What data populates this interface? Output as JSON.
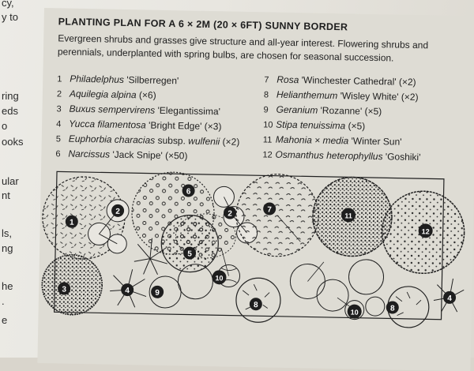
{
  "margin_fragments": [
    "cy,",
    "y to",
    "ring",
    "eds",
    "o",
    "ooks",
    "ular",
    "nt",
    "ls,",
    "ng",
    "he",
    ".",
    "e"
  ],
  "title": "PLANTING PLAN FOR A 6 × 2M (20 × 6FT) SUNNY BORDER",
  "intro": "Evergreen shrubs and grasses give structure and all-year interest. Flowering shrubs and perennials, underplanted with spring bulbs, are chosen for seasonal succession.",
  "plants": [
    {
      "n": "1",
      "species": "Philadelphus",
      "rest": " 'Silberregen'"
    },
    {
      "n": "2",
      "species": "Aquilegia alpina",
      "rest": " (×6)"
    },
    {
      "n": "3",
      "species": "Buxus sempervirens",
      "rest": " 'Elegantissima'"
    },
    {
      "n": "4",
      "species": "Yucca filamentosa",
      "rest": " 'Bright Edge' (×3)"
    },
    {
      "n": "5",
      "species": "Euphorbia characias",
      "rest": " subsp. ",
      "species2": "wulfenii",
      "rest2": " (×2)"
    },
    {
      "n": "6",
      "species": "Narcissus",
      "rest": " 'Jack Snipe' (×50)"
    },
    {
      "n": "7",
      "species": "Rosa",
      "rest": " 'Winchester Cathedral' (×2)"
    },
    {
      "n": "8",
      "species": "Helianthemum",
      "rest": " 'Wisley White' (×2)"
    },
    {
      "n": "9",
      "species": "Geranium",
      "rest": " 'Rozanne' (×5)"
    },
    {
      "n": "10",
      "species": "Stipa tenuissima",
      "rest": " (×5)"
    },
    {
      "n": "11",
      "species": "Mahonia × media",
      "rest": " 'Winter Sun'"
    },
    {
      "n": "12",
      "species": "Osmanthus heterophyllus",
      "rest": " 'Goshiki'"
    }
  ],
  "plan_labels": [
    "1",
    "2",
    "6",
    "2",
    "7",
    "11",
    "12",
    "3",
    "4",
    "9",
    "5",
    "10",
    "8",
    "10",
    "8",
    "4"
  ],
  "colors": {
    "ink": "#1e1e1e",
    "page": "#e8e6e0",
    "box": "#dedcd4"
  }
}
